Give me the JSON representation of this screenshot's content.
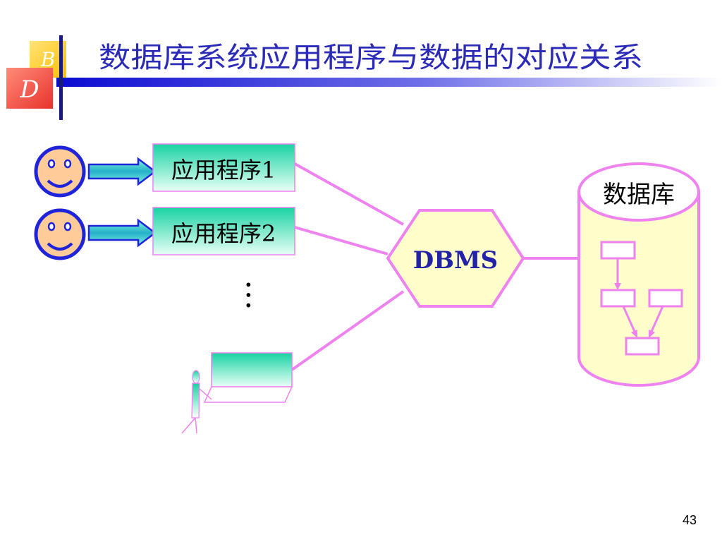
{
  "slide": {
    "title": "数据库系统应用程序与数据的对应关系",
    "page_number": "43"
  },
  "logo": {
    "letter_top": "B",
    "letter_bottom": "D"
  },
  "diagram": {
    "apps": [
      {
        "label": "应用程序1"
      },
      {
        "label": "应用程序2"
      }
    ],
    "ellipsis": "…",
    "dbms_label": "DBMS",
    "database_label": "数据库"
  },
  "colors": {
    "title": "#2b2bb8",
    "accent_yellow": "#ffc000",
    "accent_red": "#e8322b",
    "connector": "#ee82ee",
    "hexagon_fill": "#ffffcc",
    "smiley_fill": "#ffcc99",
    "smiley_outline": "#1f23d9",
    "app_box_top": "#19d3a2",
    "app_box_bottom": "#e8fff6"
  }
}
